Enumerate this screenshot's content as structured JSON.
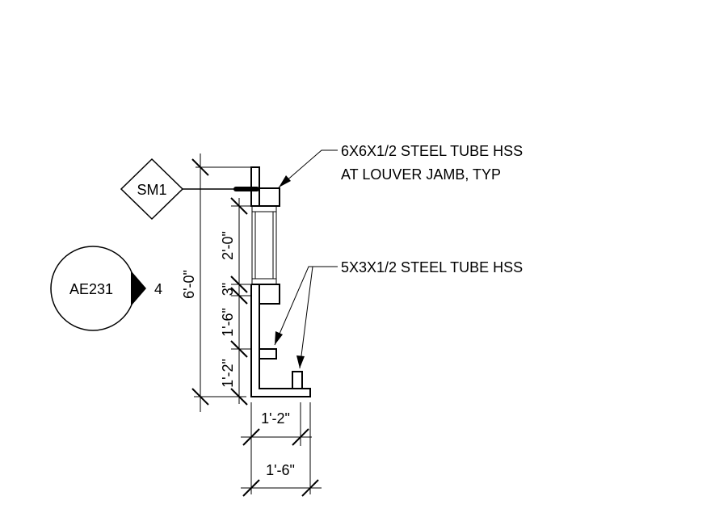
{
  "callouts": {
    "steel_tube_6x6": [
      "6X6X1/2 STEEL TUBE HSS",
      "AT LOUVER JAMB, TYP"
    ],
    "steel_tube_5x3": "5X3X1/2 STEEL TUBE HSS"
  },
  "tags": {
    "section_marker": "SM1",
    "detail_reference": "AE231",
    "detail_number": "4"
  },
  "dimensions": {
    "overall_height": "6'-0\"",
    "segment_top": "2'-0\"",
    "segment_gap": "3\"",
    "segment_mid": "1'-6\"",
    "segment_bottom": "1'-2\"",
    "width_inner": "1'-2\"",
    "width_outer": "1'-6\""
  }
}
